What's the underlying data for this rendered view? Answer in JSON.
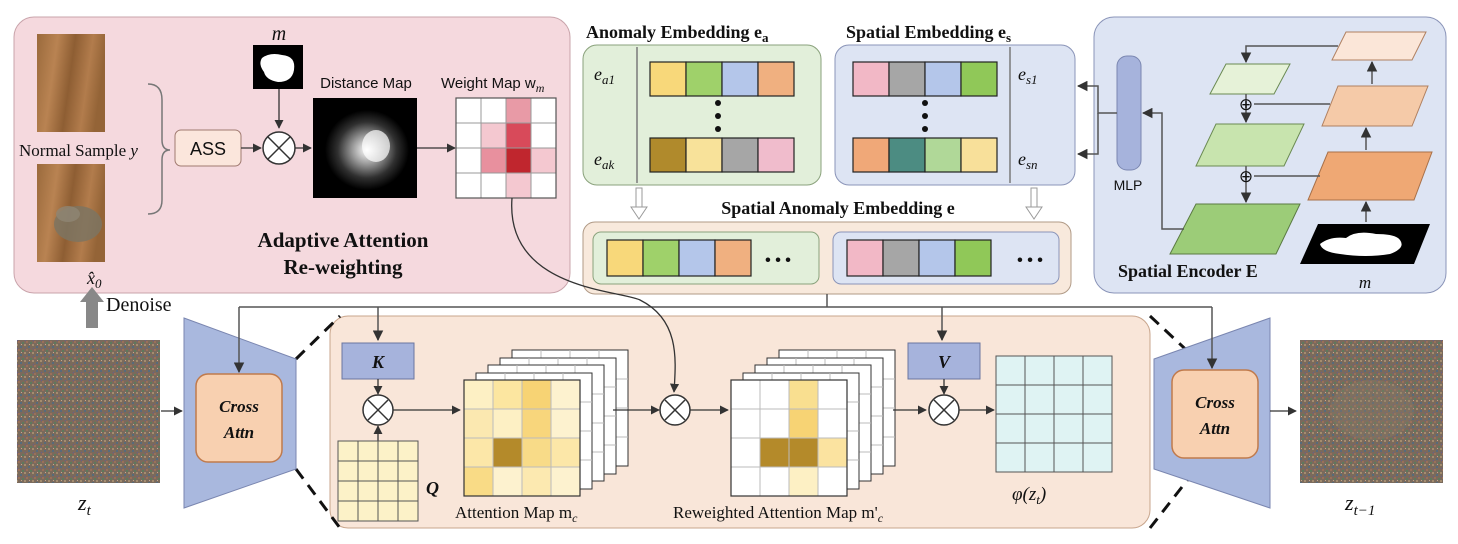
{
  "arp": {
    "m_label": "m",
    "distance_map_label": "Distance Map",
    "weight_map_label": "Weight Map w",
    "weight_map_sub": "m",
    "normal_sample_label": "Normal Sample y",
    "ass_label": "ASS",
    "title_line1": "Adaptive Attention",
    "title_line2": "Re-weighting",
    "x0_label": "x̂",
    "x0_sub": "0"
  },
  "anomaly_embedding": {
    "title": "Anomaly Embedding e",
    "title_sub": "a",
    "row1_label": "e",
    "row1_sub": "a1",
    "rowk_label": "e",
    "rowk_sub": "ak",
    "row1_colors": [
      "#f8d87a",
      "#9fd16a",
      "#b4c6ea",
      "#f0b080"
    ],
    "rowk_colors": [
      "#b08a2c",
      "#f8e29a",
      "#a6a6a6",
      "#f0bccc"
    ]
  },
  "spatial_embedding": {
    "title": "Spatial Embedding e",
    "title_sub": "s",
    "row1_label": "e",
    "row1_sub": "s1",
    "rown_label": "e",
    "rown_sub": "sn",
    "row1_colors": [
      "#f2b8c6",
      "#a6a6a6",
      "#b4c6ea",
      "#90c858"
    ],
    "rown_colors": [
      "#f0a878",
      "#4c8c82",
      "#b0d898",
      "#f8e09a"
    ]
  },
  "spatial_anomaly_embedding": {
    "title": "Spatial Anomaly Embedding e",
    "left_colors": [
      "#f8d87a",
      "#9fd16a",
      "#b4c6ea",
      "#f0b080"
    ],
    "right_colors": [
      "#f2b8c6",
      "#a6a6a6",
      "#b4c6ea",
      "#90c858"
    ],
    "ellipsis": "• • •"
  },
  "encoder": {
    "mlp_label": "MLP",
    "title": "Spatial Encoder E",
    "m_label": "m",
    "plus": "⊕"
  },
  "denoise": {
    "label": "Denoise"
  },
  "unet": {
    "cross_attn_line1": "Cross",
    "cross_attn_line2": "Attn",
    "k_label": "K",
    "v_label": "V",
    "q_label": "Q",
    "attention_map_label": "Attention Map m",
    "attention_map_sub": "c",
    "reweighted_label": "Reweighted  Attention Map m'",
    "reweighted_sub": "c",
    "phi_label": "φ(z",
    "phi_sub": "t",
    "phi_close": ")",
    "zt_label": "z",
    "zt_sub": "t",
    "zt1_label": "z",
    "zt1_sub": "t−1"
  },
  "colors": {
    "arp_bg": "#f5d9de",
    "embed_anom_bg": "#e2efda",
    "embed_spat_bg": "#dde4f3",
    "sae_bg": "#f8e9dc",
    "encoder_bg": "#dde4f3",
    "unet_bg": "#f9e6d9",
    "trap_fill": "#a9b8de",
    "cross_fill": "#f8d0b0",
    "kv_fill": "#a6b3dc"
  }
}
